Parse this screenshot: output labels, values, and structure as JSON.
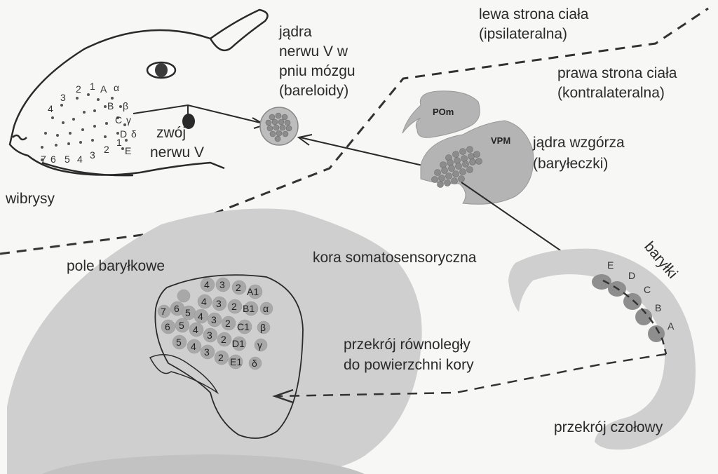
{
  "labels": {
    "left_side": [
      "lewa strona ciała",
      "(ipsilateralna)"
    ],
    "right_side": [
      "prawa strona ciała",
      "(kontralateralna)"
    ],
    "brainstem": [
      "jądra",
      "nerwu V w",
      "pniu mózgu",
      "(bareloidy)"
    ],
    "ganglion": [
      "zwój",
      "nerwu V"
    ],
    "thalamus": [
      "jądra wzgórza",
      "(baryłeczki)"
    ],
    "whiskers": "wibrysy",
    "barrel_field": "pole baryłkowe",
    "cortex": "kora somatosensoryczna",
    "barrels": "baryłki",
    "parallel_section": [
      "przekrój równoległy",
      "do powierzchni kory"
    ],
    "coronal_section": "przekrój czołowy",
    "pom": "POm",
    "vpm": "VPM"
  },
  "whisker_rows": [
    "A",
    "B",
    "C",
    "D",
    "E"
  ],
  "whisker_greek": [
    "α",
    "β",
    "γ",
    "δ"
  ],
  "whisker_top_numbers": [
    "4",
    "3",
    "2",
    "1"
  ],
  "whisker_bottom_numbers": [
    "7",
    "6",
    "5",
    "4",
    "3",
    "2",
    "1"
  ],
  "barrel_rows": [
    [
      "4",
      "3",
      "2",
      "A1"
    ],
    [
      "4",
      "3",
      "2",
      "B1"
    ],
    [
      "6",
      "5",
      "4",
      "3",
      "2",
      "C1"
    ],
    [
      "7",
      "6",
      "5",
      "4",
      "3",
      "2",
      "D1"
    ],
    [
      "5",
      "4",
      "3",
      "2",
      "E1"
    ]
  ],
  "barrel_greek": [
    "α",
    "β",
    "γ",
    "δ"
  ],
  "coronal_letters": [
    "E",
    "D",
    "C",
    "B",
    "A"
  ]
}
